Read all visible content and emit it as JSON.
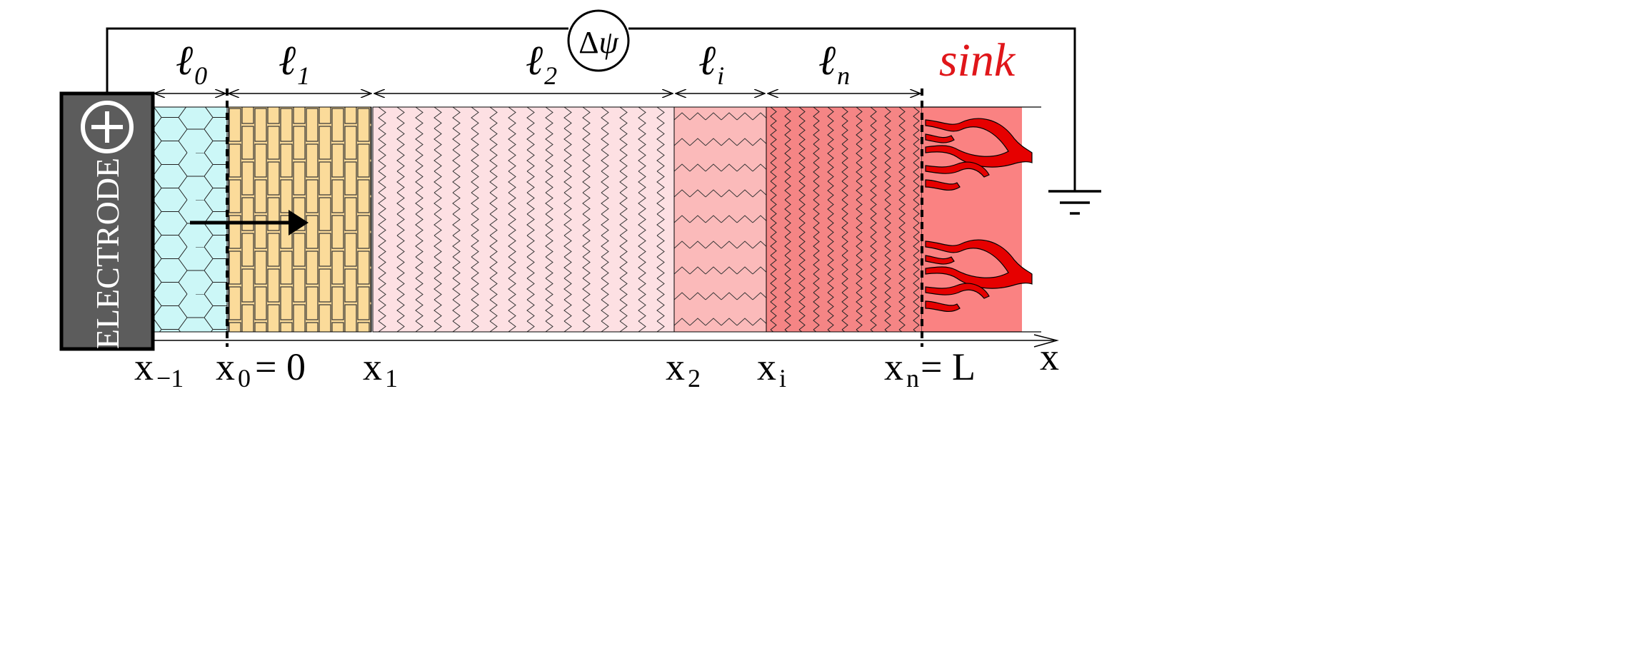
{
  "title": "",
  "voltage": {
    "delta": "Δ",
    "psi": "ψ"
  },
  "electrode": {
    "label": "ELECTRODE",
    "sign": "+"
  },
  "sink": {
    "label": "sink"
  },
  "lengths": [
    {
      "ell": "ℓ",
      "sub": "0"
    },
    {
      "ell": "ℓ",
      "sub": "1"
    },
    {
      "ell": "ℓ",
      "sub": "2"
    },
    {
      "ell": "ℓ",
      "sub": "i"
    },
    {
      "ell": "ℓ",
      "sub": "n"
    }
  ],
  "positions": [
    {
      "x": "x",
      "sub": "−1",
      "suffix": ""
    },
    {
      "x": "x",
      "sub": "0",
      "suffix": "= 0"
    },
    {
      "x": "x",
      "sub": "1",
      "suffix": ""
    },
    {
      "x": "x",
      "sub": "2",
      "suffix": ""
    },
    {
      "x": "x",
      "sub": "i",
      "suffix": ""
    },
    {
      "x": "x",
      "sub": "n",
      "suffix": "= L"
    }
  ],
  "axis_label": "x",
  "colors": {
    "layer0": "#ccf7f7",
    "layer1": "#fbdb9a",
    "layer2": "#fde0e3",
    "layer_i": "#fbbaba",
    "layer_n": "#f58585",
    "sink": "#fa8282",
    "sink_text": "#e0161a",
    "electrode": "#5c5c5c",
    "vessel": "#e60000"
  }
}
